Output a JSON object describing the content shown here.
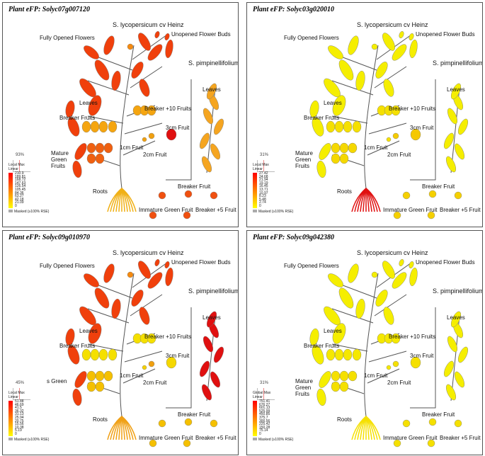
{
  "labels": {
    "species": "S. lycopersicum cv Heinz",
    "fully_opened": "Fully Opened Flowers",
    "unopened": "Unopened Flower Buds",
    "pimp": "S. pimpinellifolium",
    "leaves": "Leaves",
    "breaker10": "Breaker +10 Fruits",
    "breaker_fruits": "Breaker Fruits",
    "cm3": "3cm Fruit",
    "cm1": "1cm Fruit",
    "cm2": "2cm Fruit",
    "pimp_leaves": "Leaves",
    "roots": "Roots",
    "breaker_fruit": "Breaker Fruit",
    "immature": "Immature Green Fruit",
    "breaker5": "Breaker +5 Fruit",
    "masked": "Masked (≥100% RSE)"
  },
  "panels": [
    {
      "title": "Plant  eFP: Solyc07g007120",
      "mature_green": "Mature Green Fruits",
      "percent": "93%",
      "scale": "Local Max",
      "scale_type": "Linear",
      "legend": [
        "210.9",
        "189.81",
        "168.72",
        "147.63",
        "126.54",
        "105.45",
        "84.36",
        "63.27",
        "42.18",
        "21.09",
        "0"
      ],
      "colors": {
        "leaves": "#f0400c",
        "flowers": "#f58a10",
        "buds": "#f0400c",
        "fruits": "#f5a510",
        "mature_green": "#f06010",
        "cm3": "#e01010",
        "cm2": "#f0a010",
        "cm1": "#f0a010",
        "pimp_leaves": "#f5a520",
        "roots": "#f0b015",
        "small": "#f05010"
      }
    },
    {
      "title": "Plant  eFP: Solyc03g020010",
      "mature_green": "Mature Green Fruits",
      "percent": "31%",
      "scale": "Local Max",
      "scale_type": "Linear",
      "legend": [
        "27.42",
        "24.68",
        "21.94",
        "19.19",
        "16.45",
        "13.71",
        "10.97",
        "8.23",
        "5.48",
        "2.74",
        "0"
      ],
      "colors": {
        "leaves": "#f5ee00",
        "flowers": "#f5ee00",
        "buds": "#f5ee00",
        "fruits": "#f5e000",
        "mature_green": "#f5d800",
        "cm3": "#f5c800",
        "cm2": "#f5cc00",
        "cm1": "#f5e000",
        "pimp_leaves": "#f5ee00",
        "roots": "#e01010",
        "small": "#f5d000"
      }
    },
    {
      "title": "Plant  eFP: Solyc09g010970",
      "mature_green": "s Green",
      "percent": "45%",
      "scale": "Local Max",
      "scale_type": "Linear",
      "legend": [
        "51.88",
        "46.69",
        "41.5",
        "36.32",
        "31.13",
        "25.94",
        "20.75",
        "15.56",
        "10.38",
        "5.19",
        "0"
      ],
      "colors": {
        "leaves": "#f0400c",
        "flowers": "#f58a10",
        "buds": "#f0400c",
        "fruits": "#f5e000",
        "mature_green": "#f5c000",
        "cm3": "#f5d800",
        "cm2": "#f0a010",
        "cm1": "#f5d000",
        "pimp_leaves": "#e01010",
        "roots": "#f0a015",
        "small": "#f5c000"
      }
    },
    {
      "title": "Plant  eFP: Solyc09g042380",
      "mature_green": "Mature Green Fruits",
      "percent": "31%",
      "scale": "Global Max",
      "scale_type": "Linear",
      "legend": [
        "751.41",
        "676.27",
        "601.13",
        "525.99",
        "450.85",
        "375.7",
        "300.56",
        "225.42",
        "150.28",
        "75.14",
        "0"
      ],
      "colors": {
        "leaves": "#f5ee00",
        "flowers": "#f5ee00",
        "buds": "#f5ee00",
        "fruits": "#f5e800",
        "mature_green": "#f5e000",
        "cm3": "#f5e000",
        "cm2": "#f5e000",
        "cm1": "#f5e800",
        "pimp_leaves": "#f5ee00",
        "roots": "#f5e000",
        "small": "#f5e000"
      }
    }
  ]
}
